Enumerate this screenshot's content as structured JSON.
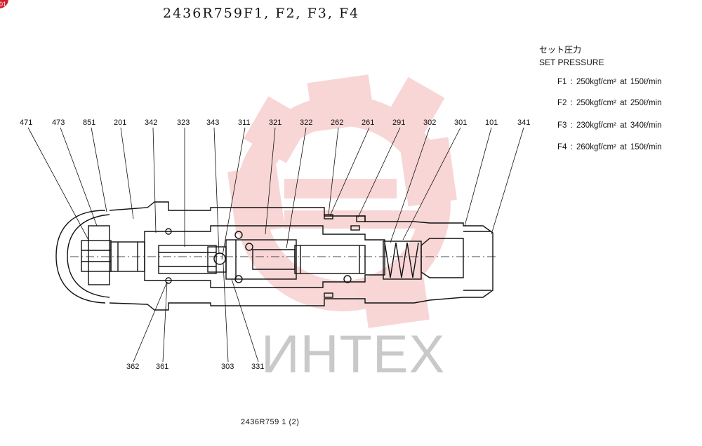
{
  "title": "2436R759F1, F2, F3, F4",
  "badge": "01",
  "set_pressure": {
    "heading_jp": "セット圧力",
    "heading_en": "SET PRESSURE",
    "rows": [
      "F1 :  250kgf/cm²  at  150ℓ/min",
      "F2 :  250kgf/cm²  at  250ℓ/min",
      "F3 :  230kgf/cm²  at  340ℓ/min",
      "F4 :  260kgf/cm²  at  150ℓ/min"
    ]
  },
  "top_labels": [
    "471",
    "473",
    "851",
    "201",
    "342",
    "323",
    "343",
    "311",
    "321",
    "322",
    "262",
    "261",
    "291",
    "302",
    "301",
    "101",
    "341"
  ],
  "bottom_labels": [
    "362",
    "361",
    "303",
    "331"
  ],
  "footer": "2436R759   1 (2)",
  "watermark": "ИНТЕХ",
  "colors": {
    "line": "#111111",
    "watermark_red": "#f4b6b6",
    "watermark_gray": "#c9c9c9",
    "badge": "#d0202a"
  }
}
